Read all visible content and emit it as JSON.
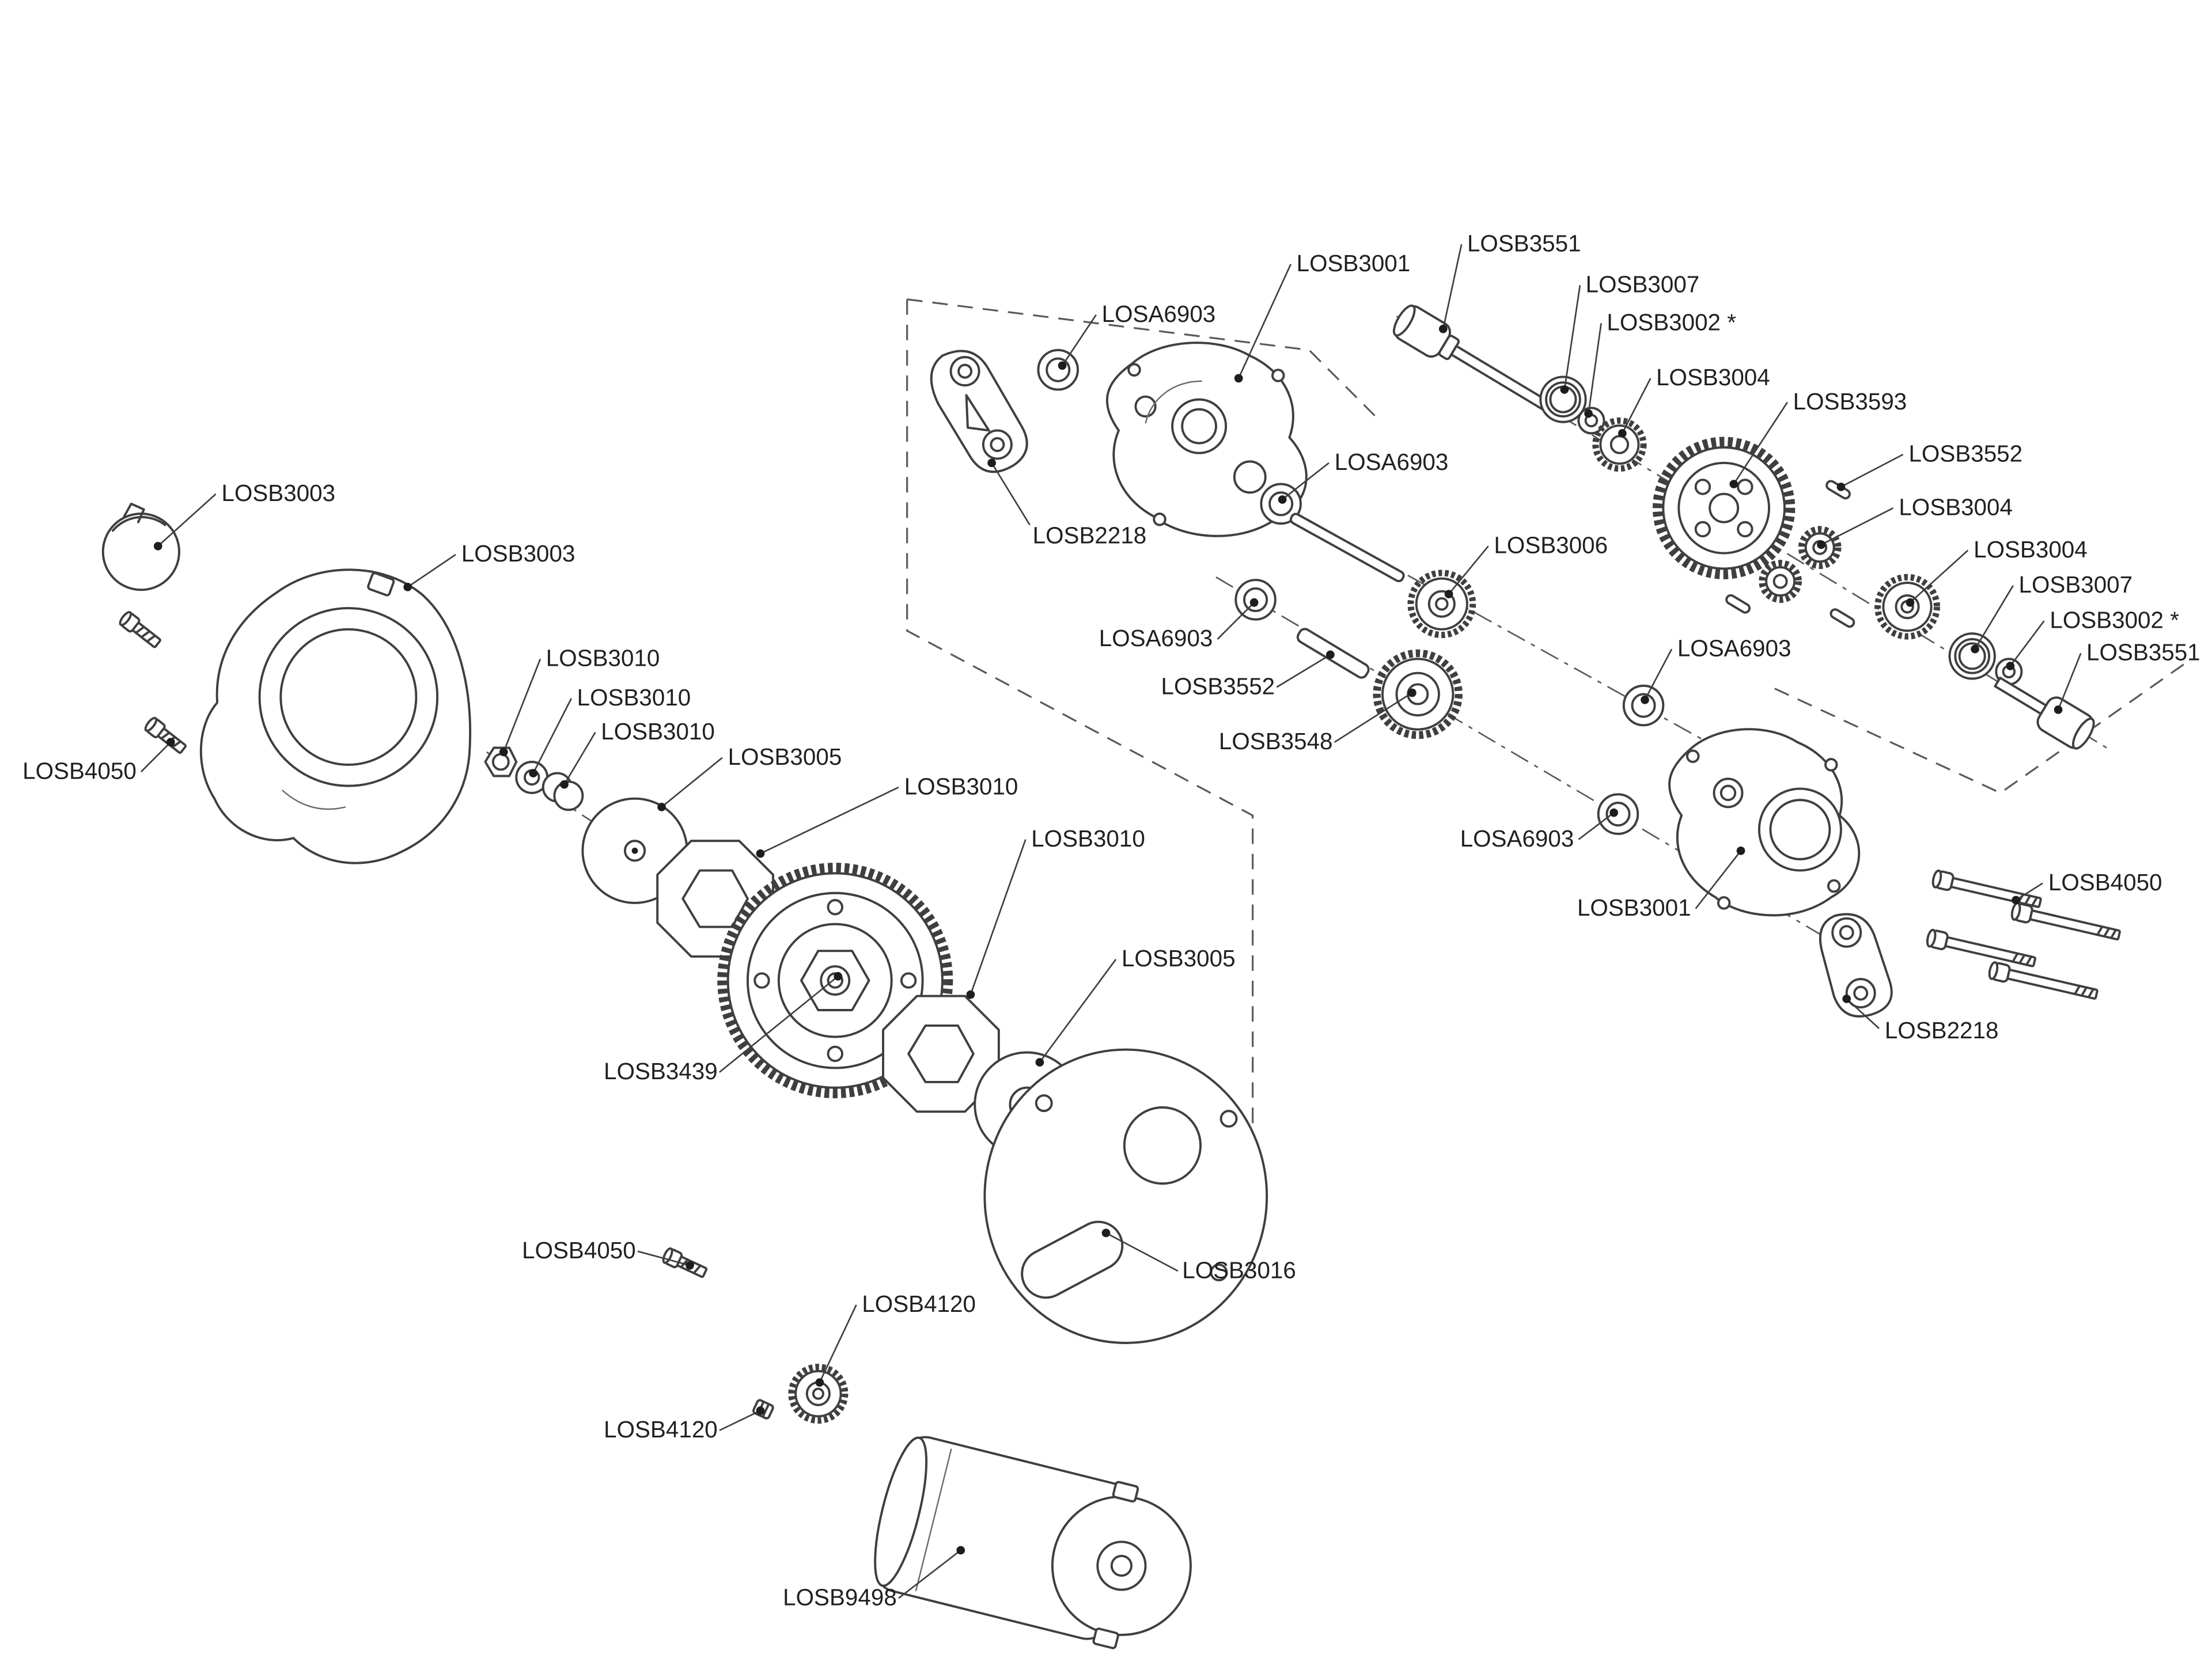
{
  "diagram": {
    "type": "exploded-parts-diagram",
    "background": "#ffffff",
    "line_color": "#3f3f3f",
    "text_color": "#231f20",
    "labels": [
      {
        "text": "LOSB3003"
      },
      {
        "text": "LOSB3003"
      },
      {
        "text": "LOSB4050"
      },
      {
        "text": "LOSB3010"
      },
      {
        "text": "LOSB3010"
      },
      {
        "text": "LOSB3010"
      },
      {
        "text": "LOSB3005"
      },
      {
        "text": "LOSB3010"
      },
      {
        "text": "LOSB3010"
      },
      {
        "text": "LOSB3005"
      },
      {
        "text": "LOSB3439"
      },
      {
        "text": "LOSB3016"
      },
      {
        "text": "LOSB4050"
      },
      {
        "text": "LOSB4120"
      },
      {
        "text": "LOSB4120"
      },
      {
        "text": "LOSB9498"
      },
      {
        "text": "LOSA6903"
      },
      {
        "text": "LOSB3001"
      },
      {
        "text": "LOSB3551"
      },
      {
        "text": "LOSB3007"
      },
      {
        "text": "LOSB3002 *"
      },
      {
        "text": "LOSB3004"
      },
      {
        "text": "LOSB3593"
      },
      {
        "text": "LOSB3552"
      },
      {
        "text": "LOSB3004"
      },
      {
        "text": "LOSB3004"
      },
      {
        "text": "LOSB3007"
      },
      {
        "text": "LOSB3002 *"
      },
      {
        "text": "LOSB3551"
      },
      {
        "text": "LOSB2218"
      },
      {
        "text": "LOSA6903"
      },
      {
        "text": "LOSB3006"
      },
      {
        "text": "LOSA6903"
      },
      {
        "text": "LOSB3552"
      },
      {
        "text": "LOSB3548"
      },
      {
        "text": "LOSA6903"
      },
      {
        "text": "LOSA6903"
      },
      {
        "text": "LOSB3001"
      },
      {
        "text": "LOSB4050"
      },
      {
        "text": "LOSB2218"
      }
    ]
  }
}
